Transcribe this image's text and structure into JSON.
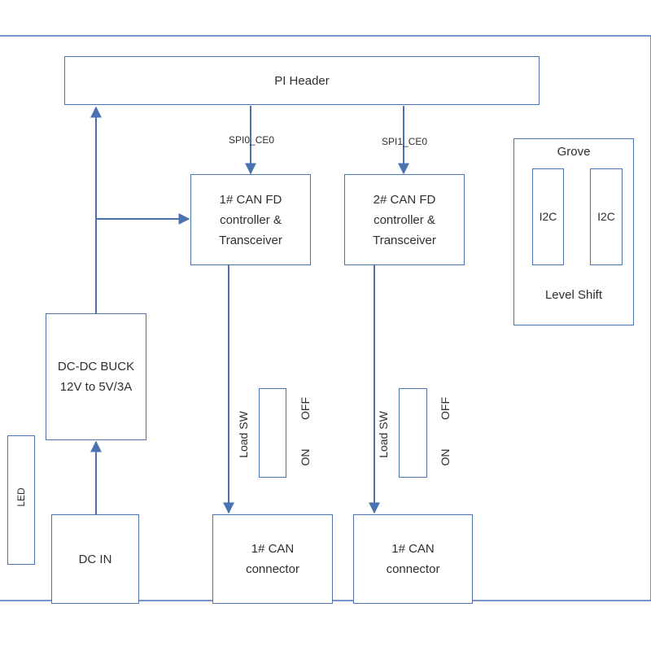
{
  "colors": {
    "stroke": "#4a72b0",
    "text": "#2f2f2f",
    "background": "#ffffff"
  },
  "pi_header": {
    "label": "PI Header"
  },
  "signals": {
    "spi0": "SPI0_CE0",
    "spi1": "SPI1_CE0"
  },
  "can_controller_1": {
    "lines": [
      "1# CAN FD",
      "controller &",
      "Transceiver"
    ]
  },
  "can_controller_2": {
    "lines": [
      "2# CAN FD",
      "controller &",
      "Transceiver"
    ]
  },
  "grove": {
    "title": "Grove",
    "port_1": "I2C",
    "port_2": "I2C",
    "footer": "Level Shift"
  },
  "buck": {
    "lines": [
      "DC-DC BUCK",
      "12V to 5V/3A"
    ]
  },
  "dc_in": {
    "label": "DC IN"
  },
  "led": {
    "label": "LED"
  },
  "load_switch_1": {
    "label": "Load SW",
    "off": "OFF",
    "on": "ON"
  },
  "load_switch_2": {
    "label": "Load SW",
    "off": "OFF",
    "on": "ON"
  },
  "can_connector_1": {
    "lines": [
      "1# CAN",
      "connector"
    ]
  },
  "can_connector_2": {
    "lines": [
      "1# CAN",
      "connector"
    ]
  }
}
